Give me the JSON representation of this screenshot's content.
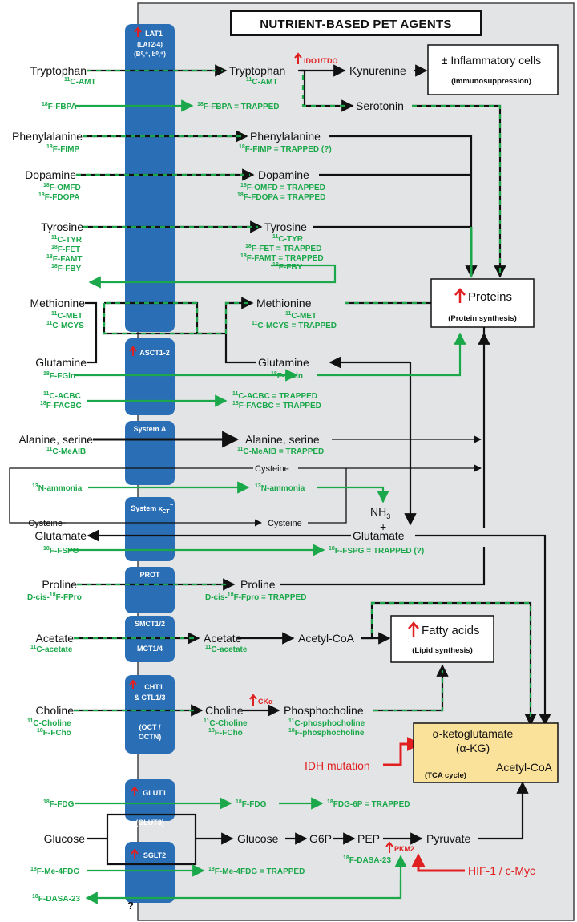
{
  "title": "NUTRIENT-BASED PET AGENTS",
  "colors": {
    "panel": "#e3e4e6",
    "transporter": "#2a6fb6",
    "tracer": "#1aa84a",
    "accent": "#e02020",
    "tca": "#fbe29a"
  },
  "transporters": {
    "lat1": "LAT1",
    "lat1_sub1": "(LAT2-4)",
    "lat1_sub2": "(B⁰,⁺, b⁰,⁺)",
    "asct": "ASCT1-2",
    "systemA": "System A",
    "systemXc": "System x",
    "systemXc_sub": "CT",
    "systemXc_sup": "−",
    "prot": "PROT",
    "smct": "SMCT1/2",
    "mct": "MCT1/4",
    "cht1": "CHT1",
    "ctl": "& CTL1/3",
    "oct1": "(OCT /",
    "oct2": "OCTN)",
    "glut1": "GLUT1",
    "glut3": "(GLUT3)",
    "sglt2": "SGLT2",
    "question": "?"
  },
  "outside": {
    "tryptophan": "Tryptophan",
    "tryptophan_t": "C-AMT",
    "fbpa": "F-FBPA",
    "phenylalanine": "Phenylalanine",
    "phenylalanine_t": "F-FIMP",
    "dopamine": "Dopamine",
    "dopamine_t1": "F-OMFD",
    "dopamine_t2": "F-FDOPA",
    "tyrosine": "Tyrosine",
    "tyrosine_t1": "C-TYR",
    "tyrosine_t2": "F-FET",
    "tyrosine_t3": "F-FAMT",
    "tyrosine_t4": "F-FBY",
    "methionine": "Methionine",
    "methionine_t1": "C-MET",
    "methionine_t2": "C-MCYS",
    "glutamine": "Glutamine",
    "fgln": "F-FGln",
    "acbc": "C-ACBC",
    "facbc": "F-FACBC",
    "alanine": "Alanine, serine",
    "meaib": "C-MeAIB",
    "ammonia": "N-ammonia",
    "cysteine": "Cysteine",
    "glutamate": "Glutamate",
    "fspg": "F-FSPG",
    "proline": "Proline",
    "fpro": "D-cis-",
    "fpro_b": "F-FPro",
    "acetate": "Acetate",
    "acetate_t": "C-acetate",
    "choline": "Choline",
    "choline_t1": "C-Choline",
    "choline_t2": "F-FCho",
    "fdg": "F-FDG",
    "glucose": "Glucose",
    "me4fdg": "F-Me-4FDG",
    "dasa": "F-DASA-23"
  },
  "inside": {
    "tryptophan": "Tryptophan",
    "tryptophan_t": "C-AMT",
    "ido": "IDO1/TDO",
    "kynurenine": "Kynurenine",
    "serotonin": "Serotonin",
    "fbpa": "F-FBPA = TRAPPED",
    "phenylalanine": "Phenylalanine",
    "fimp": "F-FIMP = TRAPPED (?)",
    "dopamine": "Dopamine",
    "omfd": "F-OMFD = TRAPPED",
    "fdopa": "F-FDOPA = TRAPPED",
    "tyrosine": "Tyrosine",
    "tyr": "C-TYR",
    "fet": "F-FET = TRAPPED",
    "famt": "F-FAMT = TRAPPED",
    "fby": "F-FBY",
    "methionine": "Methionine",
    "met": "C-MET",
    "mcys": "C-MCYS = TRAPPED",
    "glutamine": "Glutamine",
    "fgln": "F-FGln",
    "acbc": "C-ACBC = TRAPPED",
    "facbc": "F-FACBC = TRAPPED",
    "alanine": "Alanine, serine",
    "meaib": "C-MeAIB = TRAPPED",
    "cysteine": "Cysteine",
    "ammonia": "N-ammonia",
    "nh3": "NH",
    "nh3_sub": "3",
    "plus": "+",
    "cysteine2": "Cysteine",
    "glutamate": "Glutamate",
    "fspg": "F-FSPG = TRAPPED (?)",
    "proline": "Proline",
    "fpro": "D-cis-",
    "fpro_b": "F-Fpro = TRAPPED",
    "acetate": "Acetate",
    "acetate_t": "C-acetate",
    "acetylcoa": "Acetyl-CoA",
    "choline": "Choline",
    "ck": "CKα",
    "choline_t1": "C-Choline",
    "choline_t2": "F-FCho",
    "phosphocholine": "Phosphocholine",
    "pc_t1": "C-phosphocholine",
    "pc_t2": "F-phosphocholine",
    "fdg": "F-FDG",
    "fdg6p": "FDG-6P = TRAPPED",
    "glucose": "Glucose",
    "g6p": "G6P",
    "pep": "PEP",
    "pyruvate": "Pyruvate",
    "me4fdg": "F-Me-4FDG = TRAPPED",
    "pkm2": "PKM2",
    "dasa": "F-DASA-23",
    "idh": "IDH mutation",
    "hif": "HIF-1 / c-Myc"
  },
  "isotopes": {
    "c11": "11",
    "f18": "18",
    "n13": "13"
  },
  "boxes": {
    "inflammatory": "± Inflammatory cells",
    "immuno": "(Immunosuppression)",
    "proteins": "Proteins",
    "protein_syn": "(Protein synthesis)",
    "fatty": "Fatty acids",
    "lipid_syn": "(Lipid synthesis)",
    "akg1": "α-ketoglutamate",
    "akg2": "(α-KG)",
    "tca": "(TCA cycle)",
    "tca_acoa": "Acetyl-CoA"
  }
}
